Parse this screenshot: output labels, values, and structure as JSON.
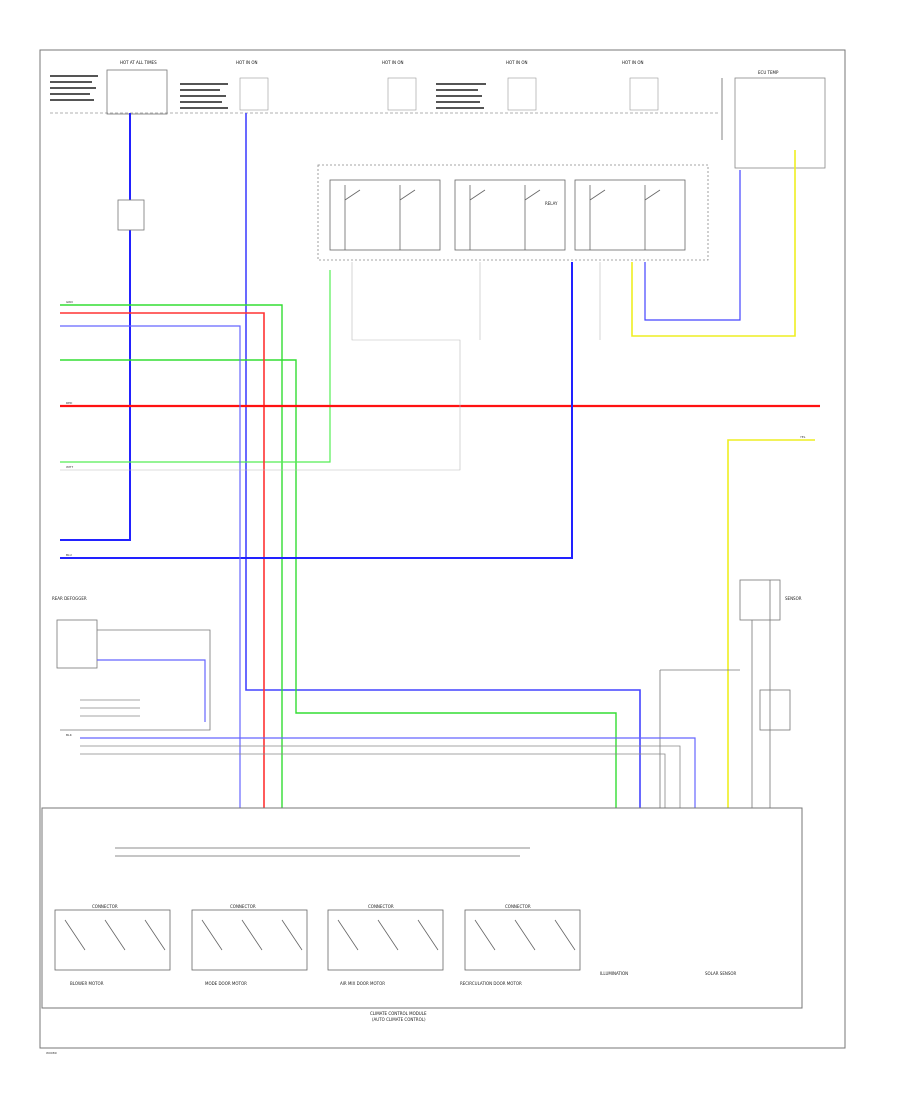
{
  "diagram": {
    "footer_code": "W0089",
    "top_labels": [
      "HOT AT ALL TIMES",
      "HOT IN ON",
      "HOT IN ON",
      "HOT IN ON",
      "HOT IN ON",
      "ECU TEMP"
    ],
    "relay_label": "RELAY",
    "sensor_label": "SENSOR",
    "wire_labels": {
      "grn": "GRN",
      "red": "RED",
      "blu": "BLU",
      "yel": "YEL",
      "blk": "BLK",
      "wht": "WHT"
    },
    "bottom_labels": [
      "CONNECTOR",
      "CONNECTOR",
      "CONNECTOR",
      "CONNECTOR"
    ],
    "bottom_section_labels": [
      "BLOWER MOTOR",
      "MODE DOOR MOTOR",
      "AIR MIX DOOR MOTOR",
      "RECIRCULATION DOOR MOTOR",
      "ILLUMINATION",
      "SOLAR SENSOR"
    ],
    "module_title": "CLIMATE CONTROL MODULE",
    "module_subtitle": "(AUTO CLIMATE CONTROL)",
    "left_block_label": "REAR DEFOGGER"
  },
  "colors": {
    "green": "#33dd33",
    "red": "#ff2222",
    "blue": "#2222ff",
    "yellow": "#eeee22",
    "gray": "#888888",
    "line": "#555555"
  }
}
